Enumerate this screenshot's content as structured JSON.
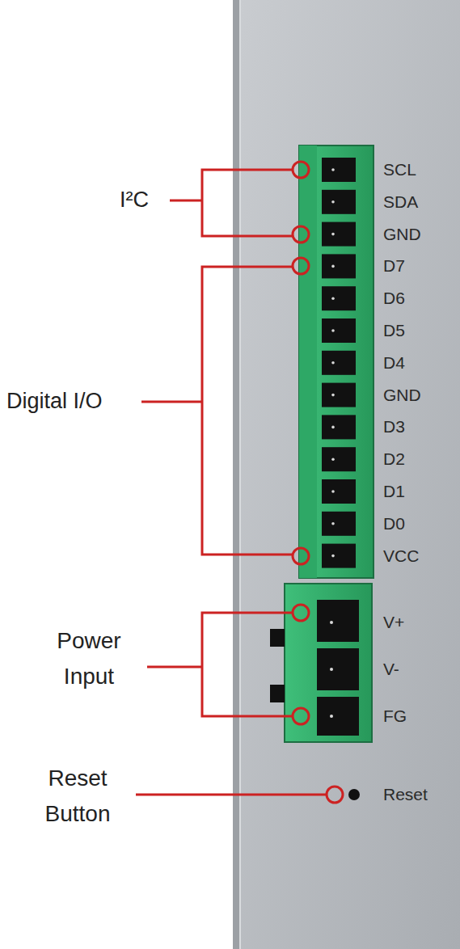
{
  "diagram": {
    "labels": [
      "I²C",
      "Digital I/O",
      "Power Input",
      "Reset Button",
      "SCL",
      "SDA",
      "GND",
      "D7",
      "D6",
      "D5",
      "D4",
      "GND",
      "D3",
      "D2",
      "D1",
      "D0",
      "VCC",
      "V+",
      "V-",
      "FG",
      "Reset"
    ]
  }
}
